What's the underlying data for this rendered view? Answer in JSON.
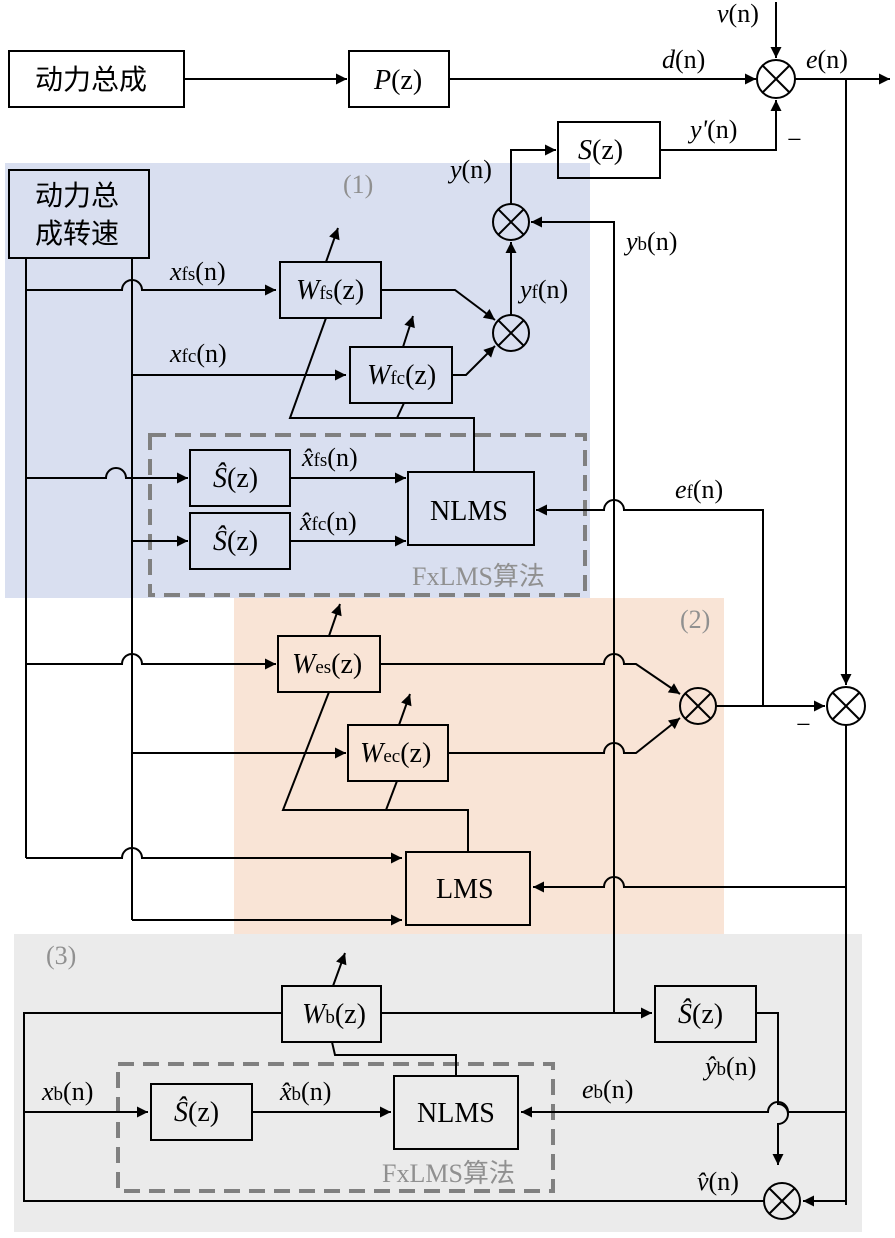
{
  "colors": {
    "region1": "#d9dff0",
    "region2": "#f9e4d6",
    "region3": "#ebebeb",
    "line": "#000000",
    "dashed": "#808080",
    "region_label": "#909090"
  },
  "regions": [
    {
      "id": "1",
      "label": "(1)"
    },
    {
      "id": "2",
      "label": "(2)"
    },
    {
      "id": "3",
      "label": "(3)"
    }
  ],
  "blocks": {
    "powertrain": "动力总成",
    "speed_line1": "动力总",
    "speed_line2": "成转速",
    "P": {
      "main": "P",
      "arg": "(z)"
    },
    "S": {
      "main": "S",
      "arg": "(z)"
    },
    "Wfs": {
      "main": "W",
      "sub": "fs",
      "arg": "(z)"
    },
    "Wfc": {
      "main": "W",
      "sub": "fc",
      "arg": "(z)"
    },
    "Shat1": {
      "main": "Ŝ",
      "arg": "(z)"
    },
    "Shat2": {
      "main": "Ŝ",
      "arg": "(z)"
    },
    "nlms1": "NLMS",
    "fxlms1": "FxLMS算法",
    "Wes": {
      "main": "W",
      "sub": "es",
      "arg": "(z)"
    },
    "Wec": {
      "main": "W",
      "sub": "ec",
      "arg": "(z)"
    },
    "lms": "LMS",
    "Wb": {
      "main": "W",
      "sub": "b",
      "arg": "(z)"
    },
    "Shat3": {
      "main": "Ŝ",
      "arg": "(z)"
    },
    "Shat4": {
      "main": "Ŝ",
      "arg": "(z)"
    },
    "nlms2": "NLMS",
    "fxlms2": "FxLMS算法"
  },
  "signals": {
    "v": {
      "main": "v",
      "arg": "(n)"
    },
    "d": {
      "main": "d",
      "arg": "(n)"
    },
    "e": {
      "main": "e",
      "arg": "(n)"
    },
    "yprime": {
      "main": "y'",
      "arg": "(n)"
    },
    "y": {
      "main": "y",
      "arg": "(n)"
    },
    "yb": {
      "main": "y",
      "sub": "b",
      "arg": "(n)"
    },
    "yf": {
      "main": "y",
      "sub": "f",
      "arg": "(n)"
    },
    "xfs": {
      "main": "x",
      "sub": "fs",
      "arg": "(n)"
    },
    "xfc": {
      "main": "x",
      "sub": "fc",
      "arg": "(n)"
    },
    "xhatfs": {
      "main": "x̂",
      "sub": "fs",
      "arg": "(n)"
    },
    "xhatfc": {
      "main": "x̂",
      "sub": "fc",
      "arg": "(n)"
    },
    "ef": {
      "main": "e",
      "sub": "f",
      "arg": "(n)"
    },
    "ybhat": {
      "main": "ŷ",
      "sub": "b",
      "arg": "(n)"
    },
    "xb": {
      "main": "x",
      "sub": "b",
      "arg": "(n)"
    },
    "xhatb": {
      "main": "x̂",
      "sub": "b",
      "arg": "(n)"
    },
    "eb": {
      "main": "e",
      "sub": "b",
      "arg": "(n)"
    },
    "vhat": {
      "main": "v̂",
      "arg": "(n)"
    }
  },
  "minus_signs": {
    "top": "−",
    "mid": "−"
  }
}
